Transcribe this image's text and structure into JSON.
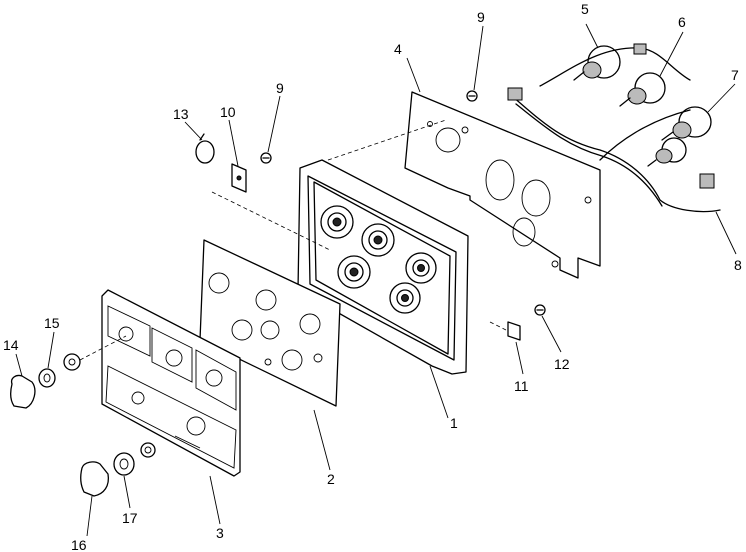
{
  "diagram": {
    "callouts": [
      "1",
      "2",
      "3",
      "4",
      "5",
      "6",
      "7",
      "8",
      "9",
      "9",
      "10",
      "11",
      "12",
      "13",
      "14",
      "15",
      "16",
      "17"
    ]
  }
}
